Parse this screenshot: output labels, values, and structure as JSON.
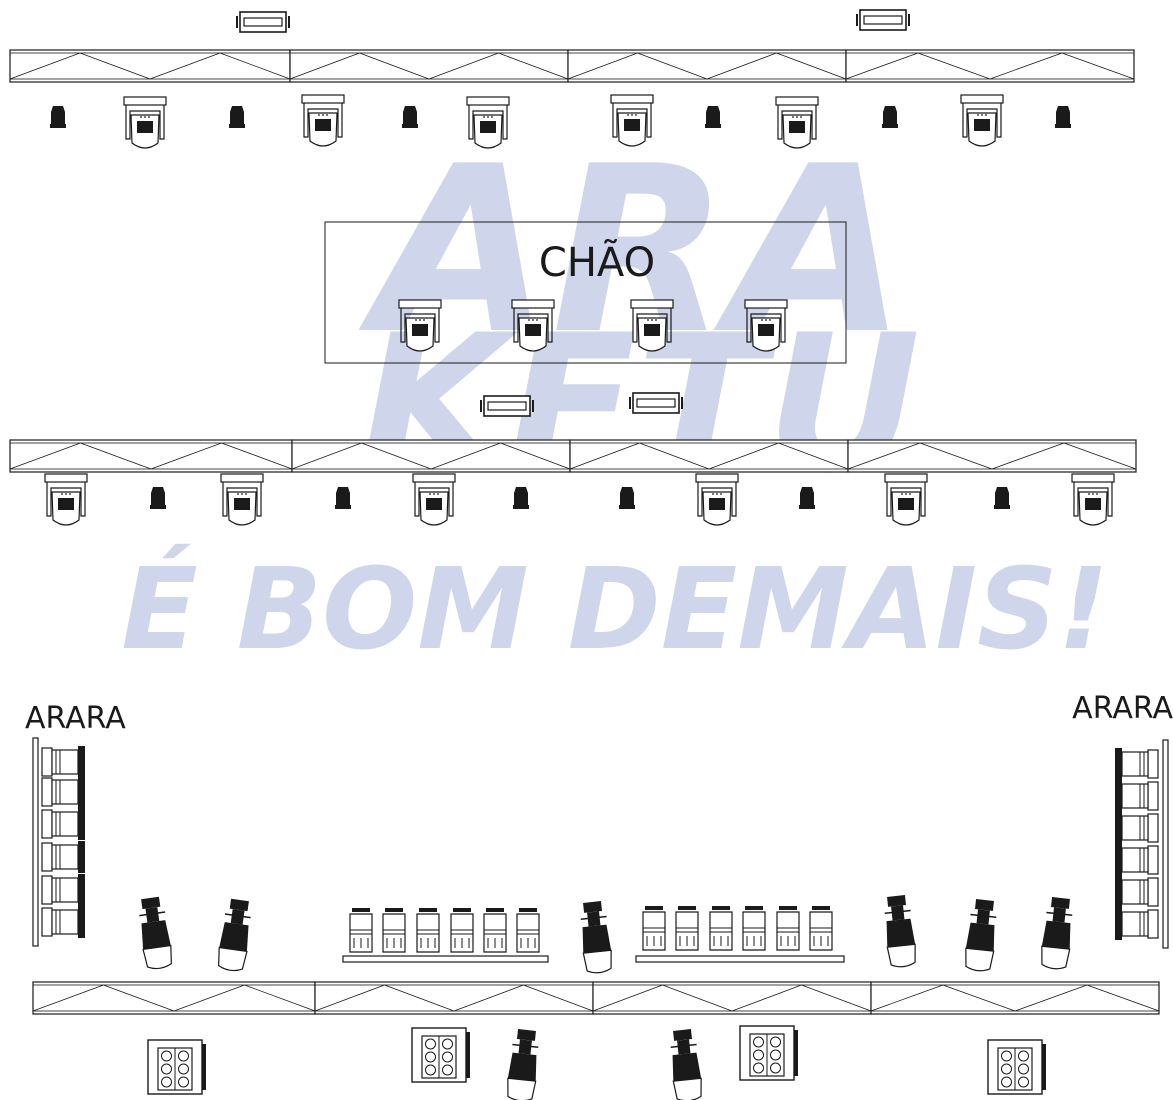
{
  "labels": {
    "floor": "CHÃO",
    "rack_left": "ARARA",
    "rack_right": "ARARA"
  },
  "watermark": {
    "line1": "ARA",
    "line2": "KETU",
    "line3": "É BOM DEMAIS!"
  },
  "colors": {
    "line": "#1a1a1a",
    "watermark": "#a9b3d9",
    "background": "#ffffff"
  }
}
